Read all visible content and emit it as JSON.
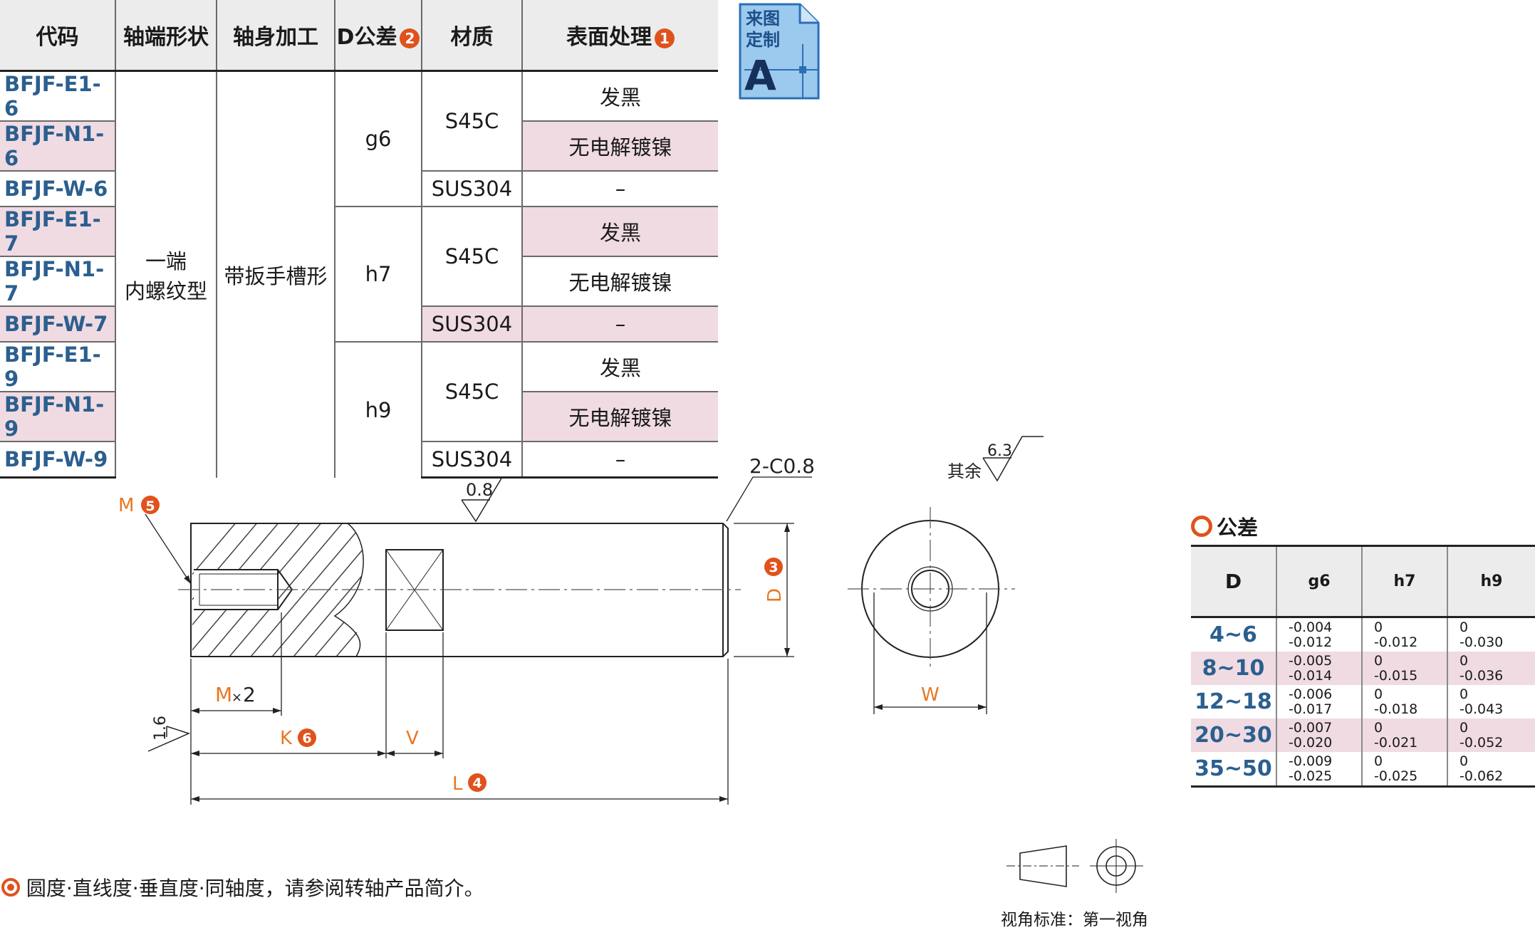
{
  "spec_table": {
    "headers": {
      "code": "代码",
      "shaft_end": "轴端形状",
      "shaft_body": "轴身加工",
      "d_tol": "D公差",
      "d_tol_badge": "2",
      "material": "材质",
      "surface": "表面处理",
      "surface_badge": "1"
    },
    "codes": [
      "BFJF-E1-6",
      "BFJF-N1-6",
      "BFJF-W-6",
      "BFJF-E1-7",
      "BFJF-N1-7",
      "BFJF-W-7",
      "BFJF-E1-9",
      "BFJF-N1-9",
      "BFJF-W-9"
    ],
    "shaft_end_line1": "一端",
    "shaft_end_line2": "内螺纹型",
    "shaft_body": "带扳手槽形",
    "tolerances": [
      "g6",
      "h7",
      "h9"
    ],
    "material_s45c": "S45C",
    "material_sus": "SUS304",
    "finish_black": "发黑",
    "finish_nickel": "无电解镀镍",
    "finish_none": "–"
  },
  "custom_badge": {
    "line1": "来图",
    "line2": "定制",
    "letter": "A"
  },
  "drawing": {
    "m_label": "M",
    "m_badge": "5",
    "roughness_top": "0.8",
    "chamfer": "2-C0.8",
    "roughness_rest": "6.3",
    "rest_label": "其余",
    "d_label": "D",
    "d_badge": "3",
    "mx2_m": "M",
    "mx2_x": "×",
    "mx2_2": "2",
    "roughness_left": "1.6",
    "k_label": "K",
    "k_badge": "6",
    "v_label": "V",
    "l_label": "L",
    "l_badge": "4",
    "w_label": "W"
  },
  "tolerance_table": {
    "title": "公差",
    "headers": [
      "D",
      "g6",
      "h7",
      "h9"
    ],
    "rows": [
      {
        "d": "4~6",
        "g6": [
          "-0.004",
          "-0.012"
        ],
        "h7": [
          "0",
          "-0.012"
        ],
        "h9": [
          "0",
          "-0.030"
        ]
      },
      {
        "d": "8~10",
        "g6": [
          "-0.005",
          "-0.014"
        ],
        "h7": [
          "0",
          "-0.015"
        ],
        "h9": [
          "0",
          "-0.036"
        ]
      },
      {
        "d": "12~18",
        "g6": [
          "-0.006",
          "-0.017"
        ],
        "h7": [
          "0",
          "-0.018"
        ],
        "h9": [
          "0",
          "-0.043"
        ]
      },
      {
        "d": "20~30",
        "g6": [
          "-0.007",
          "-0.020"
        ],
        "h7": [
          "0",
          "-0.021"
        ],
        "h9": [
          "0",
          "-0.052"
        ]
      },
      {
        "d": "35~50",
        "g6": [
          "-0.009",
          "-0.025"
        ],
        "h7": [
          "0",
          "-0.025"
        ],
        "h9": [
          "0",
          "-0.062"
        ]
      }
    ]
  },
  "footnote": "圆度·直线度·垂直度·同轴度，请参阅转轴产品简介。",
  "projection_label": "视角标准：第一视角",
  "colors": {
    "code_blue": "#2b5f8f",
    "badge_orange": "#e0521c",
    "row_pink": "#f0dbe2",
    "dim_orange": "#e87722"
  }
}
